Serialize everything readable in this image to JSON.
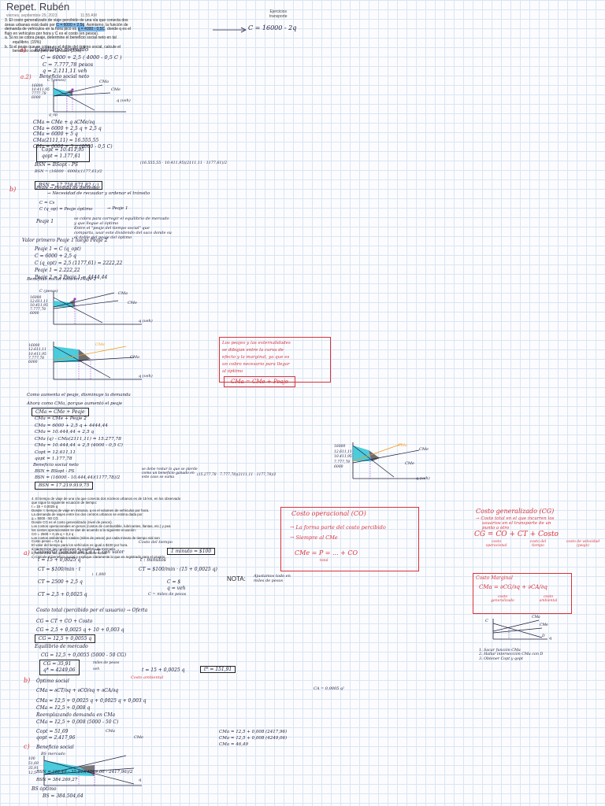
{
  "header": {
    "title": "Repet. Rubén",
    "date": "viernes, septiembre 29, 2023",
    "time": "11:55 AM",
    "notes_line1": "Ejercicios",
    "notes_line2": "transporte"
  },
  "problem_text": {
    "line1": "3. El costo generalizado de viaje percibido de una vía que conecta dos",
    "line2_pre": "áreas urbanas está dado por",
    "line2_hl": "C = 6000 + 2,5q",
    "line2_post": ". Asimismo, la función de",
    "line3_pre": "demanda de vehículos en la hora pico es",
    "line3_hl": "q = 4000 - 0,5C",
    "line3_post": ", donde q es el",
    "line4": "flujo en vehículos por hora y C es el costo (en pesos).",
    "line5": "a.   Si no se cobra peaje, determine el beneficio social neto en tal",
    "line6": "equilibrio.                                                          (15%)",
    "line7": "b.   Si el peaje que se cobra es el doble del óptimo social, calcule el",
    "line8": "beneficio social neto en tal caso.                              (20%)",
    "note_formula": "C = 16000 - 2q"
  },
  "part_a": {
    "label": "a)",
    "heading": "Equilibrio mercado",
    "l1": "C = 6000 + 2,5 ( 4000 - 0,5 C )",
    "l2": "C = 7.777,78 pesos",
    "l3": "q = 2.111,11 veh",
    "sub_label": "a.2)",
    "sub_heading": "Beneficio social neto",
    "graph_c_label": "C (pesos)",
    "graph_cma": "CMa",
    "graph_cme": "CMe",
    "graph_yticks": [
      "16000",
      "10.411,95",
      "7777,78",
      "6000"
    ],
    "graph_xlabel": "q (veh)",
    "graph_xtick": "q_op",
    "m1": "CMa = CMe + q ∂CMe/∂q",
    "m2": "CMa = 6000 + 2,5 q + 2,5 q",
    "m3": "CMa = 6000 + 5 q",
    "m4": "CMa(2111,11) = 16.555,55",
    "m5": "CMa = 6000 + 5 q (4000 - 0,5 C)",
    "box1": "Copt = 10.411,95",
    "box2": "qopt = 1.177,61",
    "bsn1": "BSN = BSopt - PS",
    "bsn2": "BSN = (16000 - 6000)(1177,61)/2",
    "bsn3": "BSN = 17.758.871,82 (¿)",
    "bsn_right": "(16.555,55 - 10.411,95)(2111,11 - 1177,61)/2"
  },
  "part_b": {
    "label": "b)",
    "peaje_l1": "Peaje → Pérdida de bienestar",
    "peaje_l2": "→ Necesidad de recaudar y ordenar el tránsito",
    "c_l1": "C = Cs",
    "c_l2": "C (q_op) = Peaje óptimo",
    "c_l2_right": "→ Peaje 1",
    "peaje1": "Peaje 1",
    "peaje1_r1": "se cobra para corregir el equilibrio de mercado",
    "peaje1_r2": "y que llegue al óptimo",
    "peaje1_r3": "Entre el \"peaje del tiempo social\" que",
    "peaje1_r4": "comparta, usar este dividendo del saco donde su",
    "peaje1_r5": "el doble del peaje del óptimo",
    "valor_line": "Valor primero  Peaje 1  luego Peaje 2",
    "p1": "Peaje 1 = C (q_opt)",
    "p2": "C = 6000 + 2,5 q",
    "p3": "C (q_opt) = 2,5 (1177,61) = 2222,22",
    "p4": "Peaje 1 = 2.222,22",
    "p5": "Peaje 2 = 2 Peaje 1 = 4444,44",
    "bsn_heading": "Beneficio social neto en Peaje 2",
    "g2_c": "C (pesos)",
    "g2_cma": "CMa",
    "g2_cme": "CMe",
    "g2_ticks": [
      "16000",
      "12.611,11",
      "10.411,95",
      "7.777,78",
      "6000"
    ],
    "g2_x": "q (veh)",
    "g3_yticks": [
      "16000",
      "12.611,11",
      "10.411,95",
      "7.777,78",
      "6000"
    ],
    "g3_cme": "CMe",
    "g3_cma": "CMa",
    "g3_x": "q (veh)",
    "red_note_1": "Los peajes y las externalidades",
    "red_note_2": "se dibujan entre la curva de",
    "red_note_3": "efecto y la marginal, ya que es",
    "red_note_4": "un cobro necesario para llegar",
    "red_note_5": "al óptimo",
    "red_box_formula": "CMa = CMe + Peaje",
    "demand_line": "Como aumenta el peaje, disminuye la demanda",
    "ahora_line": "Ahora como CMa, porque aumentó el peaje",
    "b1": "CMa = CMe + Peaje",
    "b2": "CMa = CMe + Peaje 2",
    "b3": "CMa = 6000 + 2,5 q + 4444,44",
    "b4": "CMa = 10.444,44 + 2,5 q",
    "b5": "CMa (q) - CMa(2111,11) = 15.277,78",
    "b6": "CMa = 10.444,44 + 2,5 (4000 - 0,5 C)",
    "b7": "Copt = 12.611,11",
    "b8": "qopt = 1.177,78",
    "bs_heading": "Beneficio social neto",
    "bs1": "BSN = BSopt - PS",
    "bs2": "BSN = (16000 - 10.444,44)(1177,78)/2",
    "bs3": "BSN = 17.219.919,75",
    "bs_note1": "se debe restar lo que se pierde",
    "bs_note2": "como un beneficio ganado en",
    "bs_note3": "este caso se suma",
    "bs_right": "(15.277,78 - 7.777,78)(2111,11 - 1177,78)/2",
    "g4_ticks": [
      "16000",
      "12.611,11",
      "10.411,95",
      "7.777,78",
      "6000"
    ],
    "g4_cma": "CMa",
    "g4_cme": "CMe",
    "g4_cme2": "CMe",
    "g4_x": "q (veh)"
  },
  "problem2_text": {
    "line1": "4. El tiempo de viaje de una vía que conecta dos núcleos urbanos es de 15 km, en los observado",
    "line2": "que sigue la siguiente ecuación de tiempo:",
    "line3": "  t = 15 + 0,0025 q",
    "line4": "Donde: t: tiempo de viaje en minutos, q es el volumen de vehículos por hora.",
    "line5": "La demanda de viajes entre los dos centros urbanos se estima dada por:",
    "line6": "  q = 5000 - 50 CG",
    "line7": "Donde CG es el costo generalizado (nivel de pesos).",
    "line8": "Los costos operacionales en pesos (costos de combustible, lubricantes, llantas, etc.) y pea",
    "line9": "los costos operacionales se dan de acuerdo a la siguiente ecuación:",
    "line10": "  CO = 2500 + 0,15 q + 0,2 q",
    "line11": "Los costos ambientales totales (miles de pesos) por cada minuto de tiempo vial son",
    "line12": "   Costo pesos = 0,4 q",
    "line13": "El valor del tiempo para los vehículos es igual a $100 por hora.",
    "line14": "  a)   Determine las condiciones de equilibrio de mercado.",
    "line15": "  b)   Determine las condiciones del equilibrio social.",
    "line16": "  c)   Calcule el beneficio social y explique claramente lo que es registrado para el usuario."
  },
  "part_c": {
    "coste_tiempo": "Costo del tiempo",
    "label_a": "a)",
    "a1": "Convertir  función de t a CT con valor",
    "a1_box": "1 minuto = $100",
    "a2": "t = 15 + 0,0025 q",
    "a2_r": "t : minutos",
    "a3": "CT = $100/min · t",
    "a3_r": "CT = $100/min · (15 + 0,0025 q)",
    "a3_r2": "↓ 1,000",
    "a4": "CT = 2500 + 2,5 q",
    "a4_r": "C = $",
    "a4_r2": "q = veh",
    "a5": "CT = 2,5 + 0,0025 q",
    "a5_r": "C = miles de pesos",
    "nota_label": "NOTA:",
    "nota_text1": "Ajustamos todo en",
    "nota_text2": "miles de pesos",
    "a6": "Costo total (percibido por el usuario) → Oferta",
    "a7": "CG = CT + CO + Costo",
    "a8": "CG = 2,5 + 0,0025 q + 10 + 0,003 q",
    "a9": "CG = 12,5 + 0,0055 q",
    "eq_heading": "Equilibrio de mercado",
    "e1": "CG = 12,5 + 0,0055 (5000 - 50 CG)",
    "e2": "CG = 35,91",
    "e2_r": "miles de pesos",
    "e3": "q* = 4249,06",
    "e3_r": "veh",
    "e4": "t = 15 + 0,0025 q",
    "e4_box": "t* = 151,91",
    "op_label": "b)",
    "op1": "Óptimo social",
    "op1_r": "Costo ambiental",
    "op2": "CMa = ∂CT/∂q + ∂CO/∂q + ∂CA/∂q",
    "op2_r": "CA = 0,0005 q²",
    "op3": "CMa = 12,5 + 0,0025 q + 0,0025 q + 0,003 q",
    "op4": "CMa = 12,5 + 0,008 q",
    "op5": "Reemplazando demanda en CMa",
    "op6": "CMa = 12,5 + 0,008 (5000 - 50 C)",
    "op7": "Copt = 51,69",
    "op8": "qopt = 2.417,96",
    "bs_label": "c)",
    "bs_heading": "Beneficio social",
    "g5_label": "BS mercado",
    "g5_cma": "CMa",
    "g5_cme": "CMe",
    "g5_yticks": [
      "100",
      "51,69",
      "35,91",
      "12,5"
    ],
    "g5_x": "q",
    "cmas1": "CMa = 12,5 + 0,008 (2417,96)",
    "cmas2": "CMa = 12,5 + 0,008 (4249,06)",
    "cmas3": "CMa = 46,49",
    "bsn1": "BSN = (46,49 - 35,91)(4249,06 - 2417,96)/2",
    "bsn2": "BSN = 384.269,27",
    "bso_label": "BS óptimo",
    "bso1": "BS = 384.504,64"
  },
  "right_boxes": {
    "co_title": "Costo operacional (CO)",
    "co_l1": "→ La forma parte del costo percibido",
    "co_l2": "→ Siempre al CMe",
    "co_formula": "CMe = P = ... + CO",
    "co_total": "total",
    "cg_title": "Costo generalizado (CG)",
    "cg_l1": "→ Costo total en el que incurren los",
    "cg_l2": "usuarios en el transporte de un",
    "cg_l3": "punto a otro",
    "cg_formula": "CG = CO + CT + Costo",
    "cg_sub1": "costo operacional",
    "cg_sub2": "costo del tiempo",
    "cg_sub3": "costo de velocidad (peaje)",
    "cm_title": "Costo Marginal",
    "cm_formula": "CMa = ∂CG/∂q + ∂CA/∂q",
    "cm_sub1": "costo generalizado",
    "cm_sub2": "costo ambiental",
    "g6_cma": "CMa",
    "g6_cme": "CMe",
    "g6_c": "C",
    "g6_q": "q",
    "g6_d": "D",
    "steps1": "1. Sacar función CMa",
    "steps2": "2. Hallar intersección CMa con D",
    "steps3": "3. Obtener Copt y qopt"
  },
  "colors": {
    "ink": "#1b1b3a",
    "red_ink": "#d8323c",
    "highlight": "#7fb8ea",
    "cyan_fill": "#38c7d8",
    "purple": "#a03cc8",
    "orange": "#f29a1d"
  }
}
